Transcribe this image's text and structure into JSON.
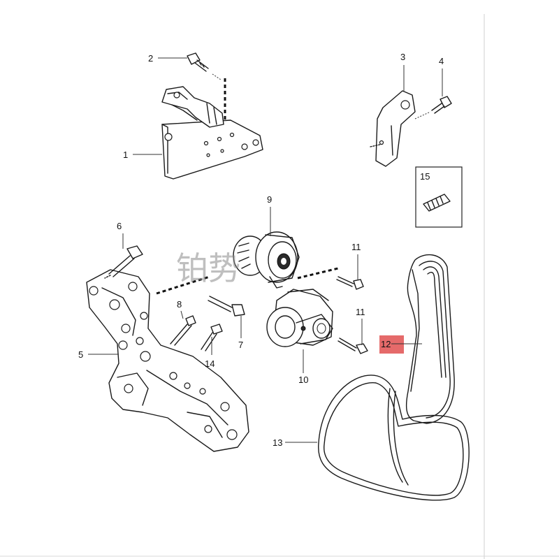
{
  "callouts": {
    "c1": "1",
    "c2": "2",
    "c3": "3",
    "c4": "4",
    "c5": "5",
    "c6": "6",
    "c7": "7",
    "c8": "8",
    "c9": "9",
    "c10": "10",
    "c11a": "11",
    "c11b": "11",
    "c12": "12",
    "c13": "13",
    "c14": "14",
    "c15": "15"
  },
  "watermark": "铂势",
  "colors": {
    "highlight": "#e05050",
    "line": "#1a1a1a",
    "watermark": "#8a8a8a"
  }
}
